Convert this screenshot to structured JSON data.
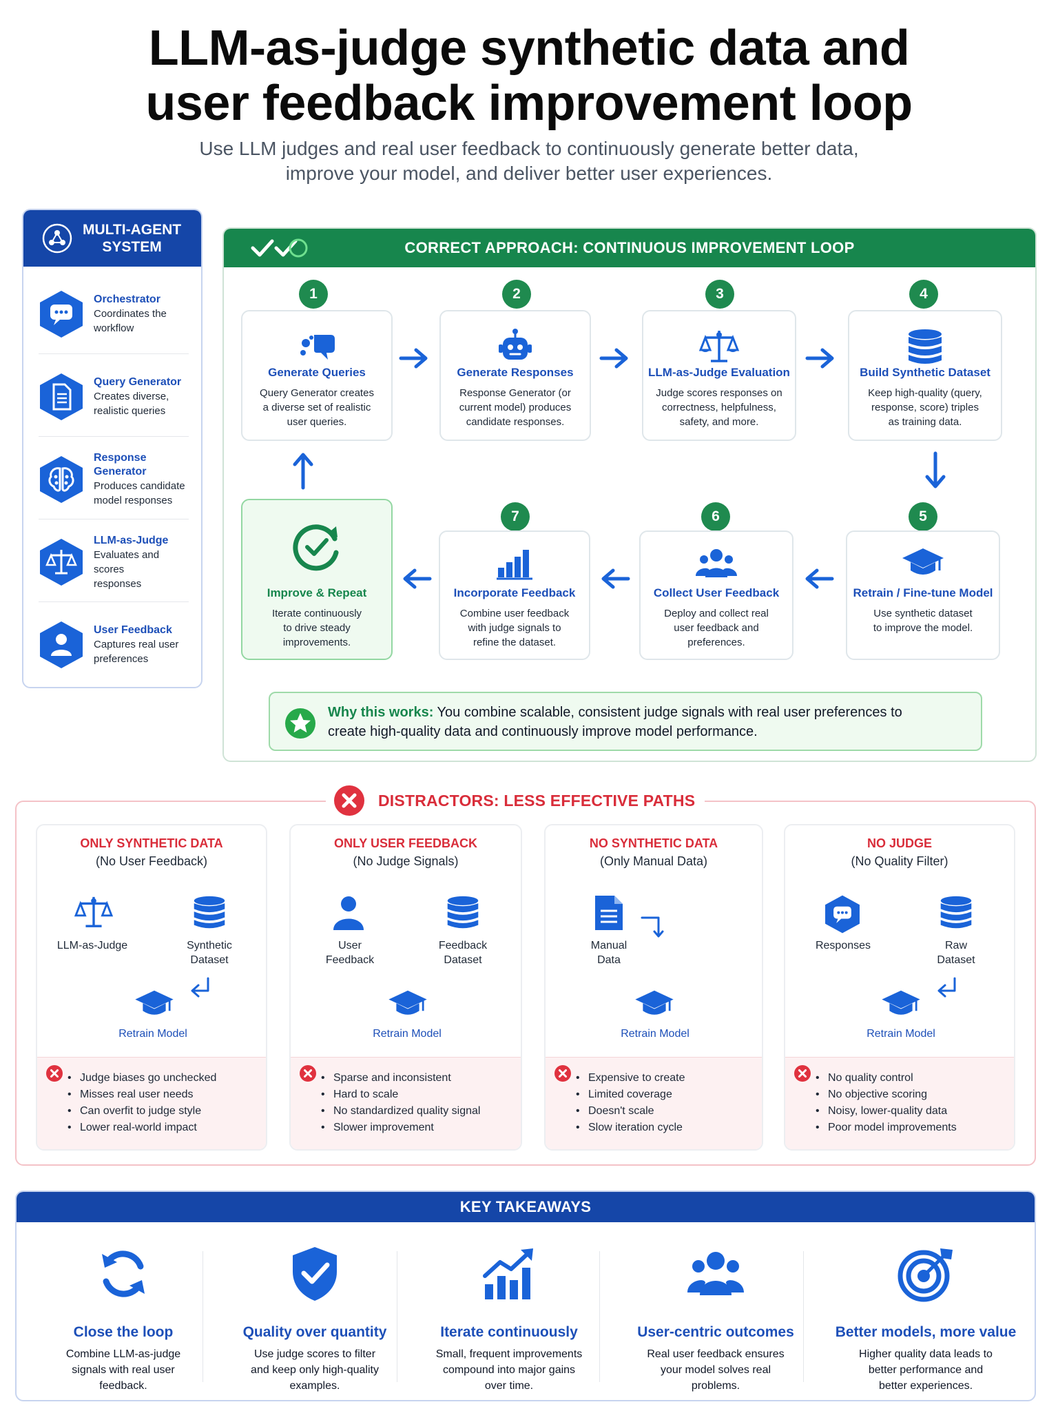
{
  "title_line1": "LLM-as-judge synthetic data and",
  "title_line2": "user feedback improvement loop",
  "subtitle_line1": "Use LLM judges and real user feedback to continuously generate better data,",
  "subtitle_line2": "improve your model, and deliver better user experiences.",
  "sidebar": {
    "title_line1": "MULTI-AGENT",
    "title_line2": "SYSTEM",
    "agents": [
      {
        "name": "Orchestrator",
        "desc1": "Coordinates the",
        "desc2": "workflow",
        "icon": "chat-icon"
      },
      {
        "name": "Query Generator",
        "desc1": "Creates diverse,",
        "desc2": "realistic queries",
        "icon": "document-icon"
      },
      {
        "name": "Response Generator",
        "desc1": "Produces candidate",
        "desc2": "model responses",
        "icon": "brain-icon"
      },
      {
        "name": "LLM-as-Judge",
        "desc1": "Evaluates and scores",
        "desc2": "responses",
        "icon": "scale-icon"
      },
      {
        "name": "User Feedback",
        "desc1": "Captures real user",
        "desc2": "preferences",
        "icon": "user-icon"
      }
    ]
  },
  "loop": {
    "header": "CORRECT APPROACH: CONTINUOUS IMPROVEMENT LOOP",
    "steps": [
      {
        "num": "1",
        "title": "Generate Queries",
        "d1": "Query Generator creates",
        "d2": "a diverse set of realistic",
        "d3": "user queries."
      },
      {
        "num": "2",
        "title": "Generate Responses",
        "d1": "Response Generator (or",
        "d2": "current model) produces",
        "d3": "candidate responses."
      },
      {
        "num": "3",
        "title": "LLM-as-Judge Evaluation",
        "d1": "Judge scores responses on",
        "d2": "correctness, helpfulness,",
        "d3": "safety, and more."
      },
      {
        "num": "4",
        "title": "Build Synthetic Dataset",
        "d1": "Keep high-quality (query,",
        "d2": "response, score) triples",
        "d3": "as training data."
      },
      {
        "num": "5",
        "title": "Retrain / Fine-tune Model",
        "d1": "Use synthetic dataset",
        "d2": "to improve the model.",
        "d3": ""
      },
      {
        "num": "6",
        "title": "Collect User Feedback",
        "d1": "Deploy and collect real",
        "d2": "user feedback and",
        "d3": "preferences."
      },
      {
        "num": "7",
        "title": "Incorporate Feedback",
        "d1": "Combine user feedback",
        "d2": "with judge signals to",
        "d3": "refine the dataset."
      },
      {
        "num": "",
        "title": "Improve & Repeat",
        "d1": "Iterate continuously",
        "d2": "to drive steady",
        "d3": "improvements."
      }
    ],
    "why_lead": "Why this works:",
    "why_line1": " You combine scalable, consistent judge signals with real user preferences to",
    "why_line2": "create high-quality data and continuously improve model performance."
  },
  "distractors": {
    "title": "DISTRACTORS: LESS EFFECTIVE PATHS",
    "cards": [
      {
        "t1": "ONLY SYNTHETIC DATA",
        "t2": "(No User Feedback)",
        "a1": "LLM-as-Judge",
        "a2": "",
        "b1": "Synthetic",
        "b2": "Dataset",
        "retrain": "Retrain Model",
        "cons": [
          "Judge biases go unchecked",
          "Misses real user needs",
          "Can overfit to judge style",
          "Lower real-world impact"
        ]
      },
      {
        "t1": "ONLY USER FEEDBACK",
        "t2": "(No Judge Signals)",
        "a1": "User",
        "a2": "Feedback",
        "b1": "Feedback",
        "b2": "Dataset",
        "retrain": "Retrain Model",
        "cons": [
          "Sparse and inconsistent",
          "Hard to scale",
          "No standardized quality signal",
          "Slower improvement"
        ]
      },
      {
        "t1": "NO SYNTHETIC DATA",
        "t2": "(Only Manual Data)",
        "a1": "Manual",
        "a2": "Data",
        "b1": "",
        "b2": "",
        "retrain": "Retrain Model",
        "cons": [
          "Expensive to create",
          "Limited coverage",
          "Doesn't scale",
          "Slow iteration cycle"
        ]
      },
      {
        "t1": "NO JUDGE",
        "t2": "(No Quality Filter)",
        "a1": "Responses",
        "a2": "",
        "b1": "Raw",
        "b2": "Dataset",
        "retrain": "Retrain Model",
        "cons": [
          "No quality control",
          "No objective scoring",
          "Noisy, lower-quality data",
          "Poor model improvements"
        ]
      }
    ]
  },
  "takeaways": {
    "title": "KEY TAKEAWAYS",
    "items": [
      {
        "title": "Close the loop",
        "d1": "Combine LLM-as-judge",
        "d2": "signals with real user",
        "d3": "feedback."
      },
      {
        "title": "Quality over quantity",
        "d1": "Use judge scores to filter",
        "d2": "and keep only high-quality",
        "d3": "examples."
      },
      {
        "title": "Iterate continuously",
        "d1": "Small, frequent improvements",
        "d2": "compound into major gains",
        "d3": "over time."
      },
      {
        "title": "User-centric outcomes",
        "d1": "Real user feedback ensures",
        "d2": "your model solves real",
        "d3": "problems."
      },
      {
        "title": "Better models, more value",
        "d1": "Higher quality data leads to",
        "d2": "better performance and",
        "d3": "better experiences."
      }
    ]
  },
  "colors": {
    "blue": "#1d4fb8",
    "green": "#17864d",
    "red": "#d92d3a",
    "navy": "#1546a8"
  }
}
